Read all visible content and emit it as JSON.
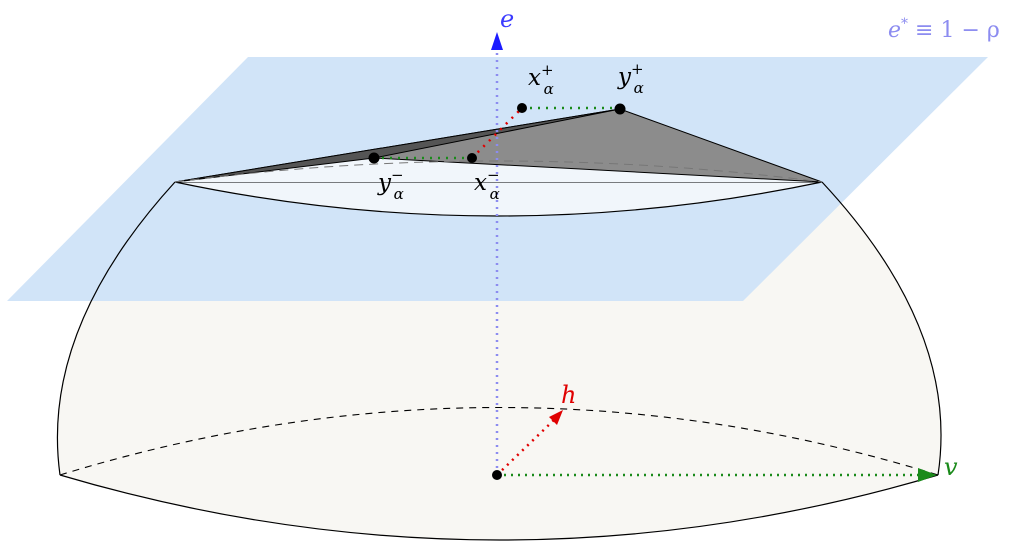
{
  "axes": {
    "e": "e",
    "h": "h",
    "v": "v"
  },
  "plane_label": {
    "var": "e",
    "star": "*",
    "rest": " ≡ 1 − ρ"
  },
  "points": {
    "x_plus": {
      "base": "x",
      "sub": "α",
      "sup": "+"
    },
    "y_plus": {
      "base": "y",
      "sub": "α",
      "sup": "+"
    },
    "y_minus": {
      "base": "y",
      "sub": "α",
      "sup": "−"
    },
    "x_minus": {
      "base": "x",
      "sub": "α",
      "sup": "−"
    }
  },
  "colors": {
    "plane": "#cfe3f8",
    "body": "#f8f7f3",
    "cap": "#f1f6fb",
    "triangle": "#8c8c8c",
    "e_axis": "#3b3bff",
    "h_axis": "#e00000",
    "v_axis": "#1a8a1a",
    "plane_label": "#8c8cf0"
  }
}
